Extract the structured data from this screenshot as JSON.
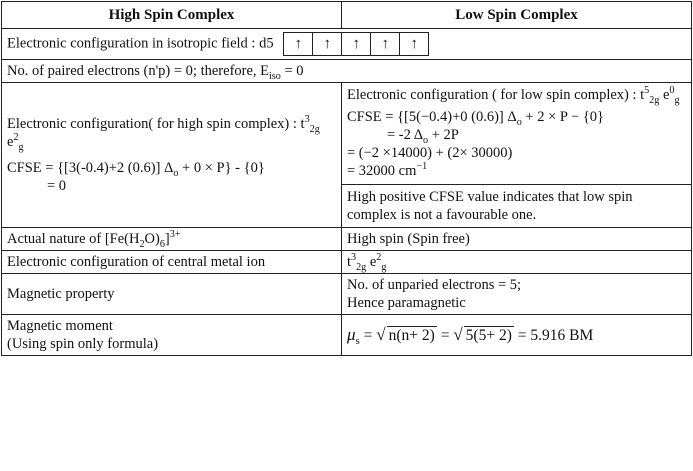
{
  "header": {
    "col1": "High Spin Complex",
    "col2": "Low Spin Complex"
  },
  "row_iso": {
    "config_label": "Electronic configuration in isotropic field : d5",
    "orbital_boxes": [
      "↑",
      "↑",
      "↑",
      "↑",
      "↑"
    ],
    "paired_text": "No. of paired electrons (n'p) = 0; therefore, E",
    "paired_sub": "iso",
    "paired_tail": " = 0"
  },
  "high_spin": {
    "config_prefix": "Electronic configuration( for high spin complex) : t",
    "t_sup": "3",
    "t_sub": "2g",
    "e": " e",
    "e_sup": "2",
    "e_sub": "g",
    "cfse_a": "CFSE = {[3(-0.4)+2 (0.6)] Δ",
    "cfse_sub": "o",
    "cfse_b": " + 0 × P} - {0}",
    "cfse_result": "= 0"
  },
  "low_spin": {
    "config_prefix": "Electronic configuration ( for low spin complex) : t",
    "t_sup": "5",
    "t_sub": "2g",
    "e": " e",
    "e_sup": "0",
    "e_sub": "g",
    "cfse_a": "CFSE = {[5(−0.4)+0 (0.6)] Δ",
    "cfse_sub": "o",
    "cfse_b": " + 2 × P − {0}",
    "line2_a": "= -2 Δ",
    "line2_sub": "o",
    "line2_b": " + 2P",
    "line3": "= (−2 ×14000) + (2× 30000)",
    "line4_a": "= 32000 cm",
    "line4_sup": "−1",
    "note": "High positive CFSE value indicates that low spin complex is not a favourable one."
  },
  "rows": {
    "nature_label_a": "Actual nature of [Fe(H",
    "nature_sub1": "2",
    "nature_label_b": "O)",
    "nature_sub2": "6",
    "nature_label_c": "]",
    "nature_sup": "3+",
    "nature_value": "High spin (Spin free)",
    "central_label": "Electronic configuration of central metal ion",
    "central_t": "t",
    "central_t_sup": "3",
    "central_t_sub": "2g",
    "central_e": " e",
    "central_e_sup": "2",
    "central_e_sub": "g",
    "magprop_label": "Magnetic property",
    "magprop_v1": "No. of unparied electrons = 5;",
    "magprop_v2": "Hence paramagnetic",
    "moment_label1": "Magnetic moment",
    "moment_label2": "(Using spin only formula)",
    "moment_mu": "μ",
    "moment_mu_sub": "s",
    "moment_eq": " = ",
    "moment_rad1": "n(n+ 2)",
    "moment_rad2": "5(5+ 2)",
    "moment_result": " = 5.916 BM"
  }
}
